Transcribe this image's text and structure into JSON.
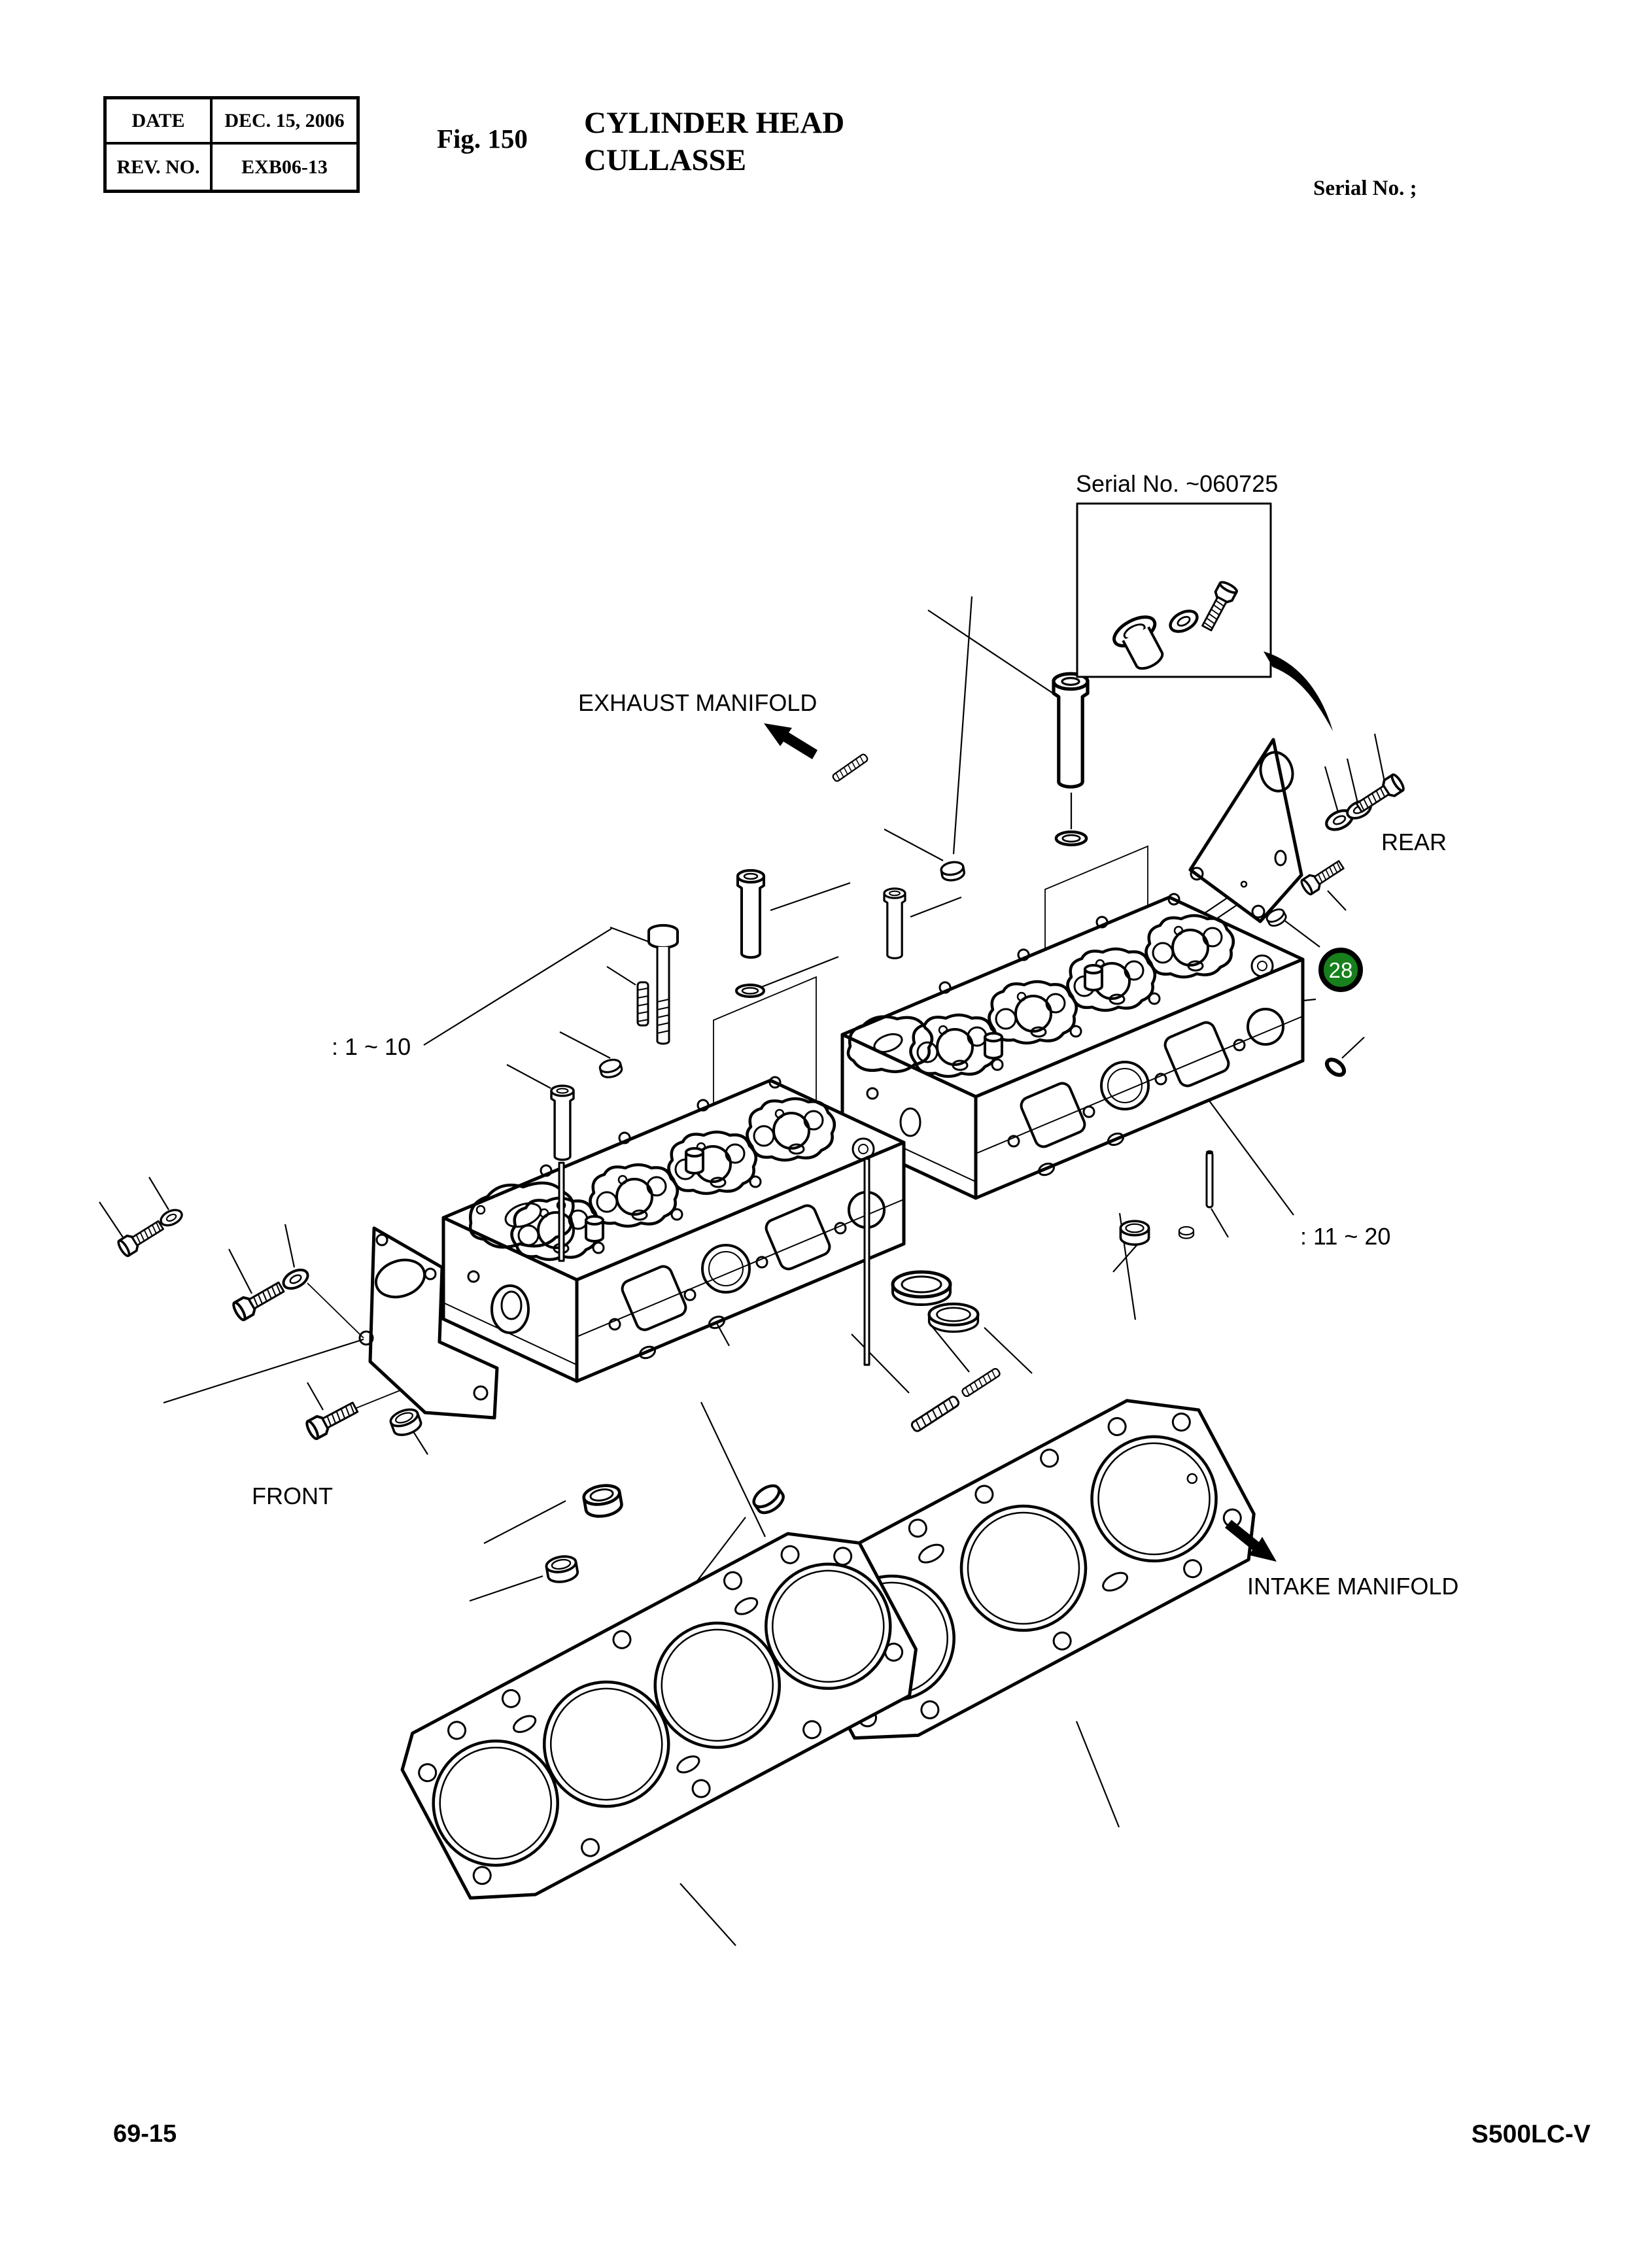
{
  "header": {
    "table": {
      "row1": {
        "label": "DATE",
        "value": "DEC. 15, 2006"
      },
      "row2": {
        "label": "REV. NO.",
        "value": "EXB06-13"
      }
    },
    "figure": {
      "number": "Fig. 150",
      "title_line1": "CYLINDER HEAD",
      "title_line2": "CULLASSE"
    },
    "serial_note": "Serial No. ;"
  },
  "diagram": {
    "serial_callout": "Serial No. ~060725",
    "exhaust_label": "EXHAUST MANIFOLD",
    "rear_label": "REAR",
    "front_label": "FRONT",
    "intake_label": "INTAKE MANIFOLD",
    "range_front": ": 1 ~ 10",
    "range_rear": ": 11 ~ 20",
    "badge": {
      "number": "28",
      "color": "#17801C"
    }
  },
  "footer": {
    "page_number": "69-15",
    "model_code": "S500LC-V"
  }
}
